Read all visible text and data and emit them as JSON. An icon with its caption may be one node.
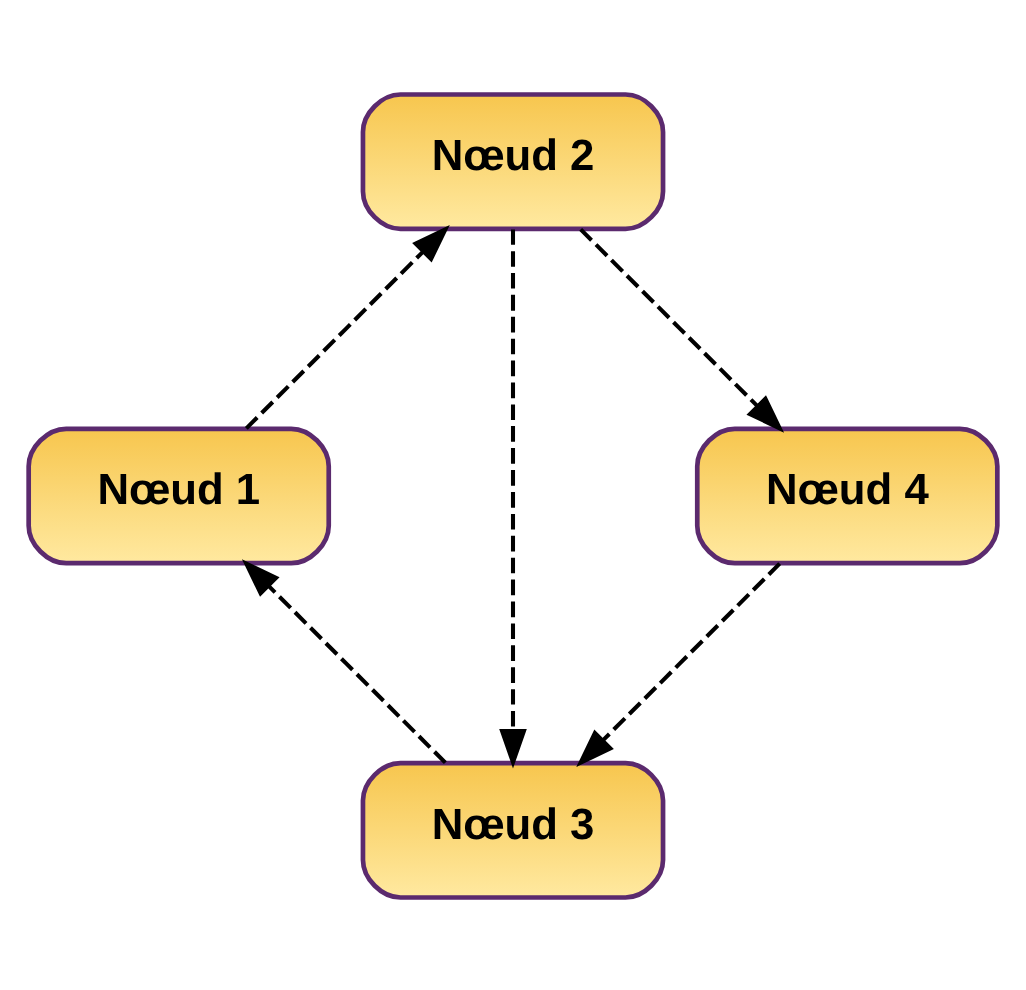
{
  "diagram": {
    "nodes": [
      {
        "text": [
          "Nœud 3"
        ]
      },
      {
        "text": [
          "Nœud 1"
        ]
      },
      {
        "text": [
          "Nœud 2"
        ]
      },
      {
        "text": [
          "Nœud 4"
        ]
      }
    ],
    "edges": [
      {
        "from": 0,
        "to": 1,
        "arrow": "to",
        "style": "dashed"
      },
      {
        "from": 1,
        "to": 2,
        "arrow": "to",
        "style": "dashed"
      },
      {
        "from": 2,
        "to": 0,
        "arrow": "to",
        "style": "dashed"
      },
      {
        "from": 2,
        "to": 3,
        "arrow": "to",
        "style": "dashed"
      },
      {
        "from": 3,
        "to": 0,
        "arrow": "to",
        "style": "dashed"
      }
    ]
  }
}
